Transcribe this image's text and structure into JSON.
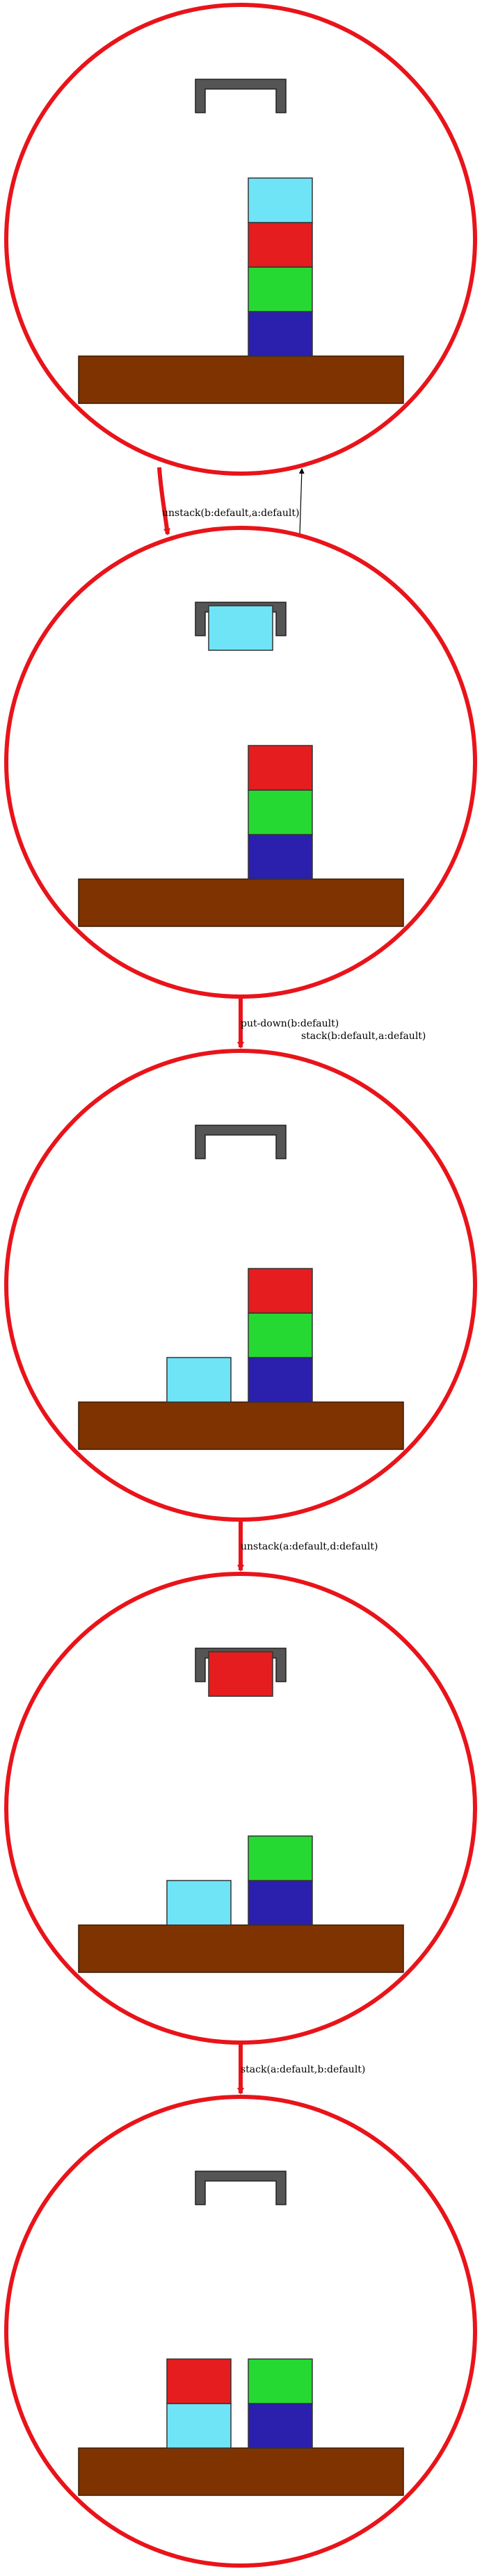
{
  "colors": {
    "state_circle": "#e8141a",
    "table": "#7f3300",
    "gripper": "#555555",
    "block_cyan": "#6fe4f7",
    "block_red": "#e51d1f",
    "block_green": "#26d932",
    "block_blue": "#2b1fae",
    "forward_arrow": "#e8141a",
    "reverse_arrow": "#000000"
  },
  "states": [
    {
      "name": "state-1",
      "held": null,
      "stacks": [
        {
          "slot": "right",
          "blocks": [
            "blue",
            "green",
            "red",
            "cyan"
          ]
        }
      ]
    },
    {
      "name": "state-2",
      "held": "cyan",
      "stacks": [
        {
          "slot": "right",
          "blocks": [
            "blue",
            "green",
            "red"
          ]
        }
      ]
    },
    {
      "name": "state-3",
      "held": null,
      "stacks": [
        {
          "slot": "left",
          "blocks": [
            "cyan"
          ]
        },
        {
          "slot": "right",
          "blocks": [
            "blue",
            "green",
            "red"
          ]
        }
      ]
    },
    {
      "name": "state-4",
      "held": "red",
      "stacks": [
        {
          "slot": "left",
          "blocks": [
            "cyan"
          ]
        },
        {
          "slot": "right",
          "blocks": [
            "blue",
            "green"
          ]
        }
      ]
    },
    {
      "name": "state-5",
      "held": null,
      "stacks": [
        {
          "slot": "left",
          "blocks": [
            "cyan",
            "red"
          ]
        },
        {
          "slot": "right",
          "blocks": [
            "blue",
            "green"
          ]
        }
      ]
    }
  ],
  "transitions": [
    {
      "from": 0,
      "to": 1,
      "label": "unstack(b:default,a:default)",
      "kind": "forward"
    },
    {
      "from": 1,
      "to": 0,
      "label": "stack(b:default,a:default)",
      "kind": "reverse"
    },
    {
      "from": 1,
      "to": 2,
      "label": "put-down(b:default)",
      "kind": "forward"
    },
    {
      "from": 2,
      "to": 3,
      "label": "unstack(a:default,d:default)",
      "kind": "forward"
    },
    {
      "from": 3,
      "to": 4,
      "label": "stack(a:default,b:default)",
      "kind": "forward"
    }
  ]
}
